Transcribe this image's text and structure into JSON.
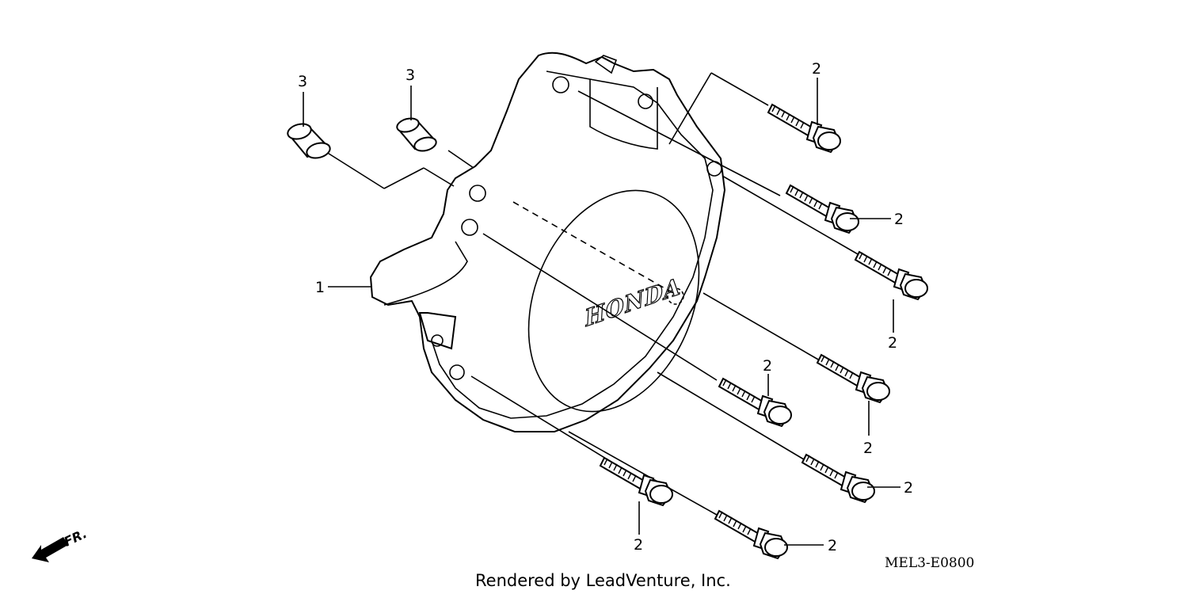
{
  "diagram": {
    "brand_logo": "HONDA",
    "direction_label": "FR.",
    "diagram_code": "MEL3-E0800",
    "credit": "Rendered by LeadVenture, Inc."
  },
  "callouts": {
    "cover": "1",
    "bolt": "2",
    "dowel": "3"
  },
  "icons": {
    "direction": "front-arrow-icon"
  }
}
